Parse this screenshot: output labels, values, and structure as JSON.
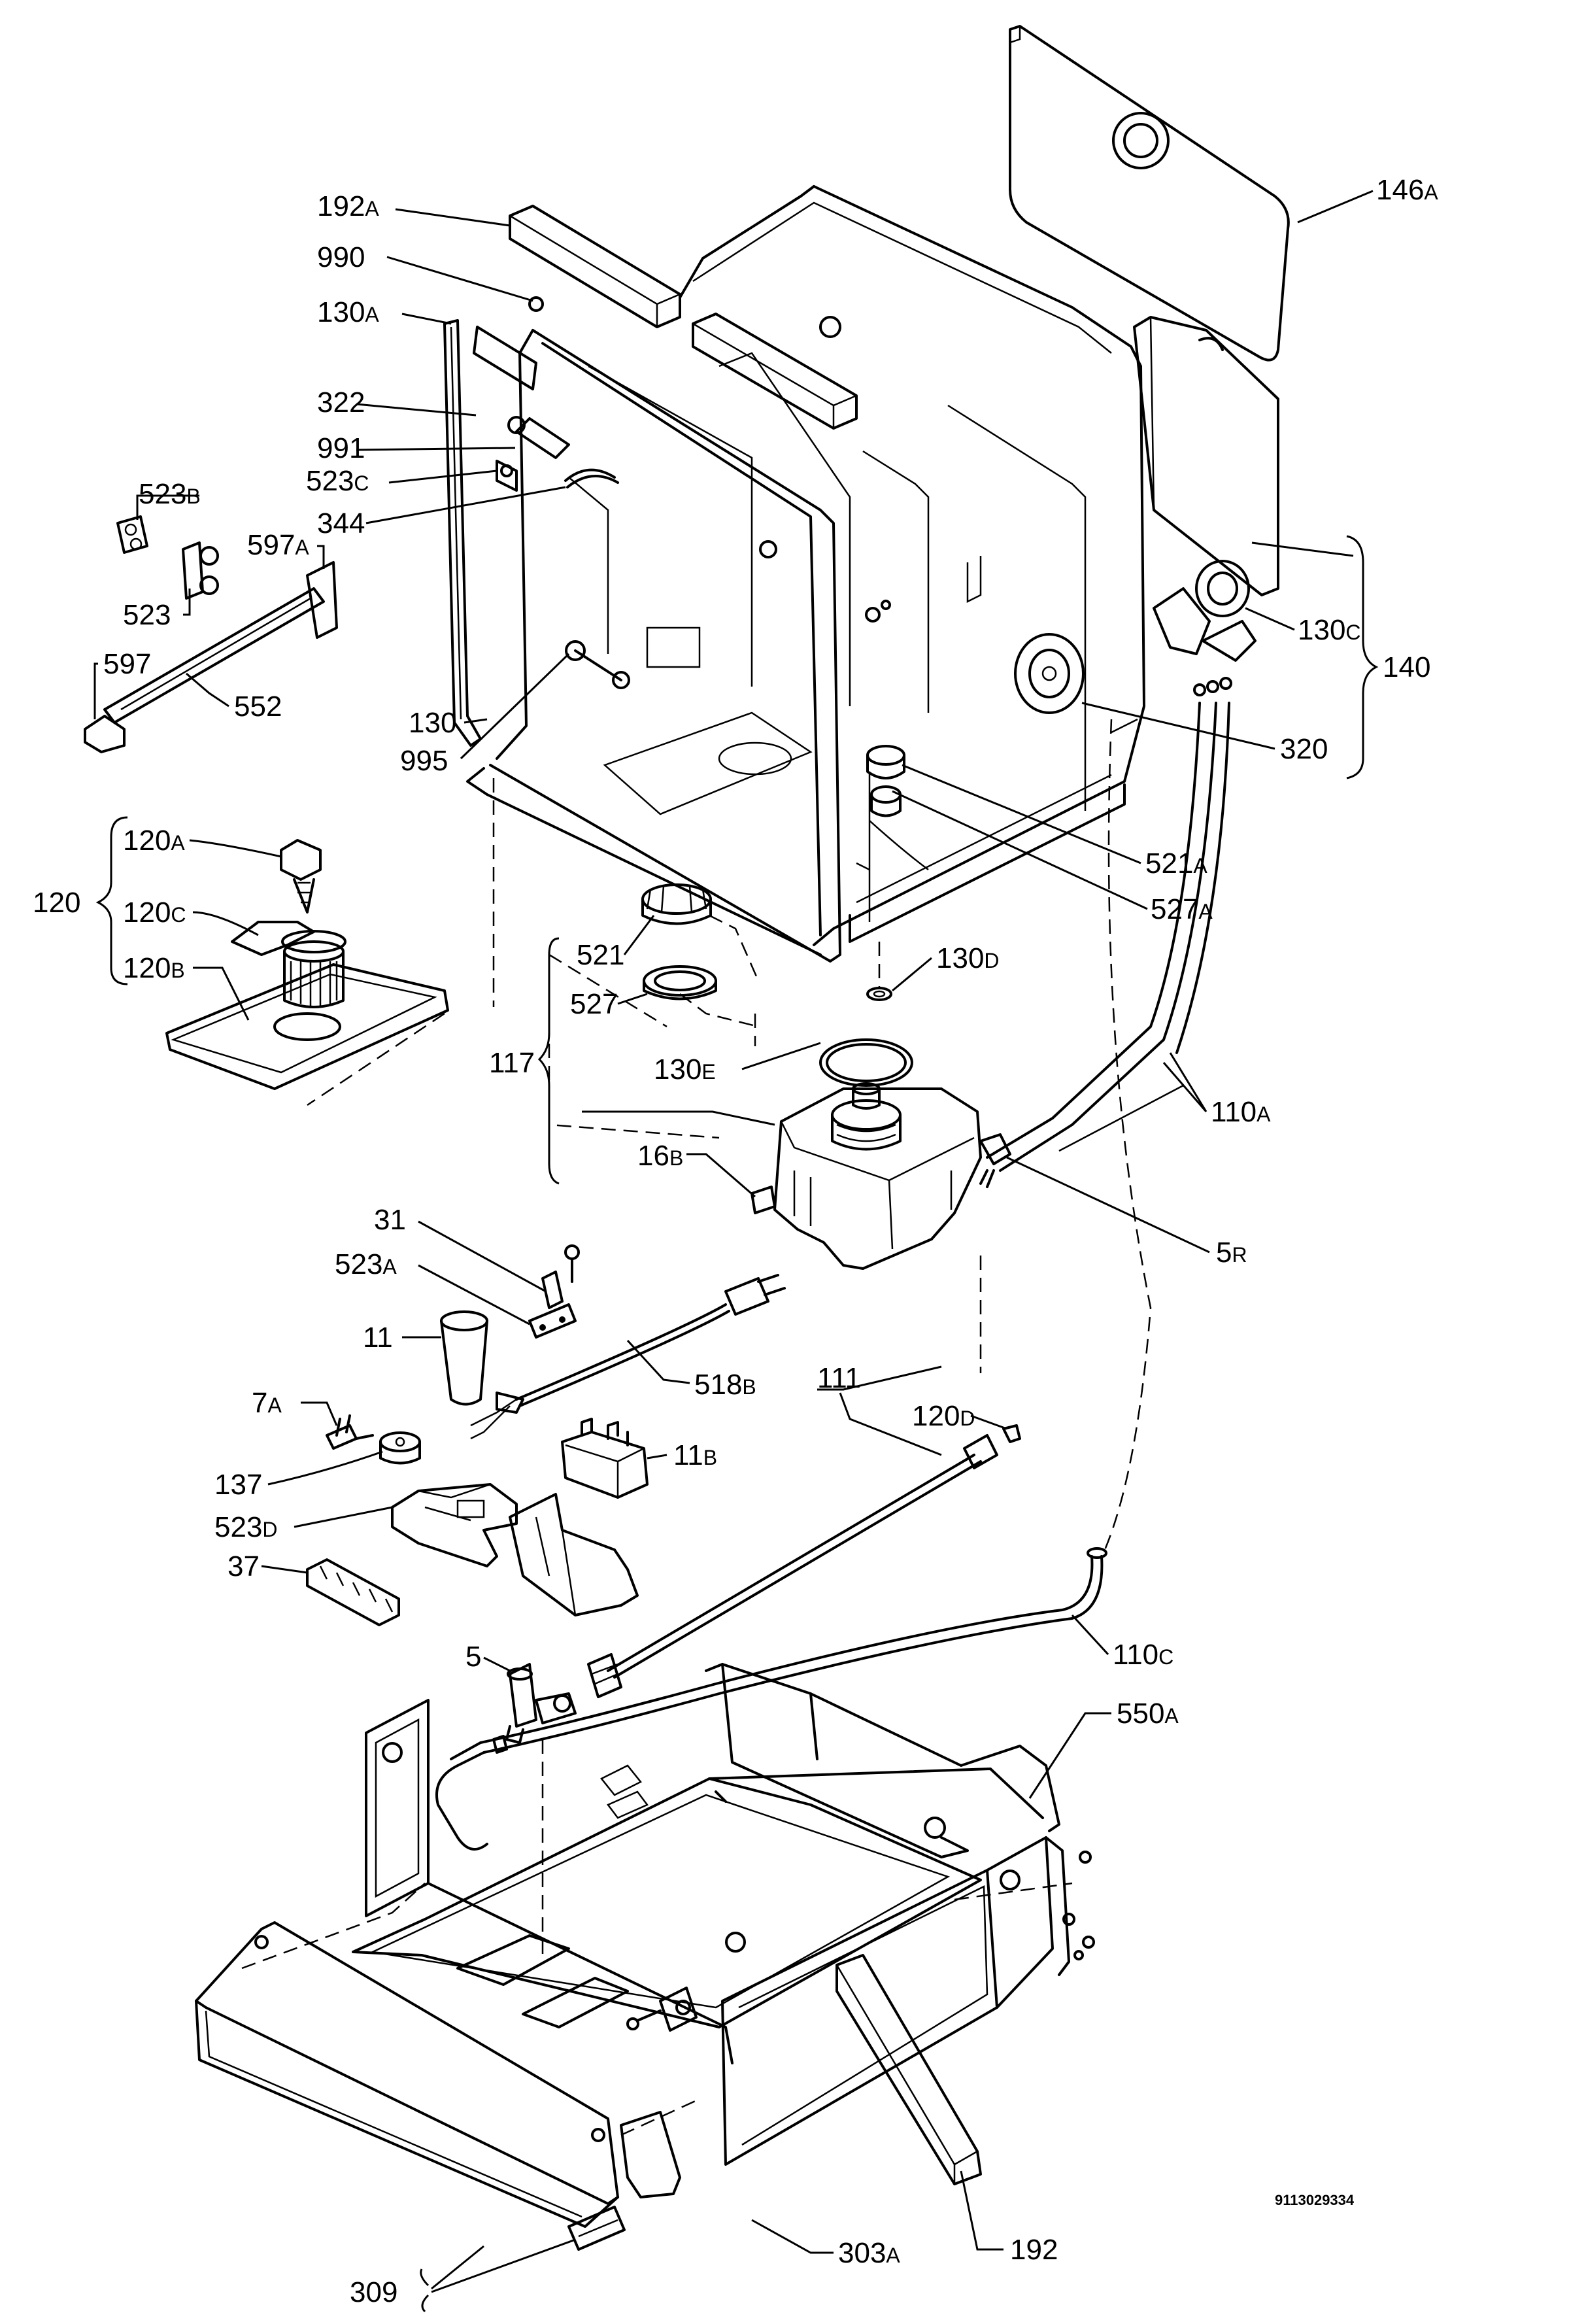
{
  "document_ref": "9113029334",
  "callouts": {
    "c146A": {
      "main": "146",
      "suffix": "A"
    },
    "c192A": {
      "main": "192",
      "suffix": "A"
    },
    "c990": {
      "main": "990",
      "suffix": ""
    },
    "c130A": {
      "main": "130",
      "suffix": "A"
    },
    "c322": {
      "main": "322",
      "suffix": ""
    },
    "c991": {
      "main": "991",
      "suffix": ""
    },
    "c523C": {
      "main": "523",
      "suffix": "C"
    },
    "c344": {
      "main": "344",
      "suffix": ""
    },
    "c523B": {
      "main": "523",
      "suffix": "B"
    },
    "c523": {
      "main": "523",
      "suffix": ""
    },
    "c597A": {
      "main": "597",
      "suffix": "A"
    },
    "c597": {
      "main": "597",
      "suffix": ""
    },
    "c552": {
      "main": "552",
      "suffix": ""
    },
    "c130": {
      "main": "130",
      "suffix": ""
    },
    "c995": {
      "main": "995",
      "suffix": ""
    },
    "c130C": {
      "main": "130",
      "suffix": "C"
    },
    "c140": {
      "main": "140",
      "suffix": ""
    },
    "c320": {
      "main": "320",
      "suffix": ""
    },
    "c521A": {
      "main": "521",
      "suffix": "A"
    },
    "c527A": {
      "main": "527",
      "suffix": "A"
    },
    "c120": {
      "main": "120",
      "suffix": ""
    },
    "c120A": {
      "main": "120",
      "suffix": "A"
    },
    "c120C": {
      "main": "120",
      "suffix": "C"
    },
    "c120B": {
      "main": "120",
      "suffix": "B"
    },
    "c521": {
      "main": "521",
      "suffix": ""
    },
    "c527": {
      "main": "527",
      "suffix": ""
    },
    "c130D": {
      "main": "130",
      "suffix": "D"
    },
    "c117": {
      "main": "117",
      "suffix": ""
    },
    "c130E": {
      "main": "130",
      "suffix": "E"
    },
    "c110A": {
      "main": "110",
      "suffix": "A"
    },
    "c16B": {
      "main": "16",
      "suffix": "B"
    },
    "c5R": {
      "main": "5",
      "suffix": "R"
    },
    "c31": {
      "main": "31",
      "suffix": ""
    },
    "c523A": {
      "main": "523",
      "suffix": "A"
    },
    "c11": {
      "main": "11",
      "suffix": ""
    },
    "c518B": {
      "main": "518",
      "suffix": "B"
    },
    "c111": {
      "main": "111",
      "suffix": ""
    },
    "c120D": {
      "main": "120",
      "suffix": "D"
    },
    "c7A": {
      "main": "7",
      "suffix": "A"
    },
    "c11B": {
      "main": "11",
      "suffix": "B"
    },
    "c137": {
      "main": "137",
      "suffix": ""
    },
    "c523D": {
      "main": "523",
      "suffix": "D"
    },
    "c37": {
      "main": "37",
      "suffix": ""
    },
    "c5": {
      "main": "5",
      "suffix": ""
    },
    "c110C": {
      "main": "110",
      "suffix": "C"
    },
    "c550A": {
      "main": "550",
      "suffix": "A"
    },
    "c303A": {
      "main": "303",
      "suffix": "A"
    },
    "c192": {
      "main": "192",
      "suffix": ""
    },
    "c309": {
      "main": "309",
      "suffix": ""
    }
  }
}
